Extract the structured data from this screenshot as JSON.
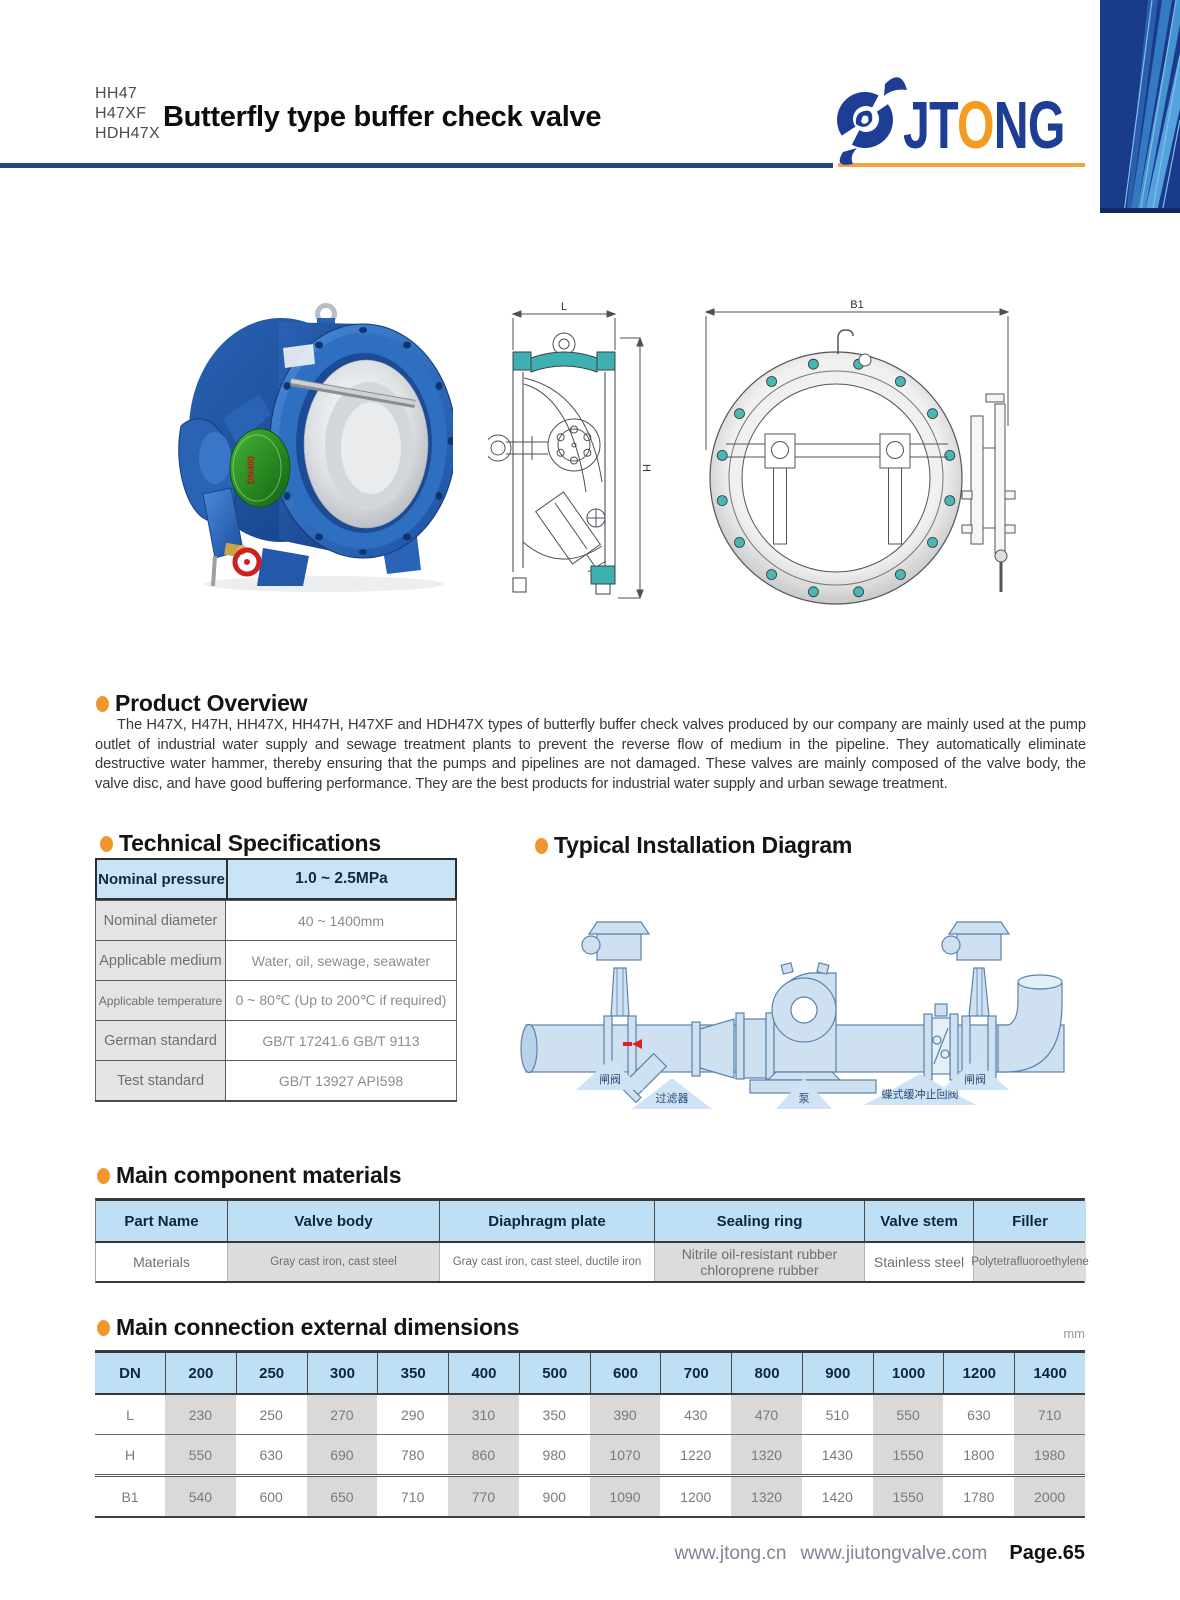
{
  "header": {
    "model_codes": [
      "HH47",
      "H47XF",
      "HDH47X"
    ],
    "title": "Butterfly type buffer check valve",
    "brand": {
      "pre": "JT",
      "o": "O",
      "post": "NG"
    }
  },
  "drawings": {
    "dim_length_label": "L",
    "dim_height_label": "H",
    "dim_width_label": "B1",
    "photo_badge": "DN400"
  },
  "overview": {
    "heading": "Product Overview",
    "body": "The H47X, H47H, HH47X, HH47H, H47XF and HDH47X types of butterfly buffer check valves produced by our company are mainly used at the pump outlet of industrial water supply and sewage treatment plants to prevent the reverse flow of medium in the pipeline. They automatically eliminate destructive water hammer, thereby ensuring that the pumps and pipelines are not damaged. These valves are mainly composed of the valve body, the valve disc, and have good buffering performance. They are the best products for industrial water supply and urban sewage treatment."
  },
  "specs": {
    "heading": "Technical Specifications",
    "rows": [
      {
        "label": "Nominal pressure",
        "value": "1.0 ~ 2.5MPa",
        "highlight": true
      },
      {
        "label": "Nominal diameter",
        "value": "40 ~ 1400mm"
      },
      {
        "label": "Applicable medium",
        "value": "Water, oil, sewage, seawater"
      },
      {
        "label": "Applicable temperature",
        "value": "0 ~ 80℃  (Up to 200℃ if required)"
      },
      {
        "label": "German standard",
        "value": "GB/T 17241.6 GB/T 9113"
      },
      {
        "label": "Test standard",
        "value": "GB/T 13927 API598"
      }
    ]
  },
  "installation": {
    "heading": "Typical Installation Diagram",
    "labels": [
      "闸阀",
      "过滤器",
      "泵",
      "蝶式缓冲止回阀",
      "闸阀"
    ]
  },
  "materials": {
    "heading": "Main component materials",
    "columns": [
      "Part Name",
      "Valve body",
      "Diaphragm plate",
      "Sealing ring",
      "Valve stem",
      "Filler"
    ],
    "row_label": "Materials",
    "values": [
      "Gray cast iron, cast steel",
      "Gray cast iron, cast steel, ductile iron",
      "Nitrile oil-resistant rubber\nchloroprene rubber",
      "Stainless steel",
      "Polytetrafluoroethylene"
    ]
  },
  "dimensions": {
    "heading": "Main connection external dimensions",
    "unit": "mm",
    "dn_header": "DN",
    "dn": [
      "200",
      "250",
      "300",
      "350",
      "400",
      "500",
      "600",
      "700",
      "800",
      "900",
      "1000",
      "1200",
      "1400"
    ],
    "rows": [
      {
        "label": "L",
        "values": [
          "230",
          "250",
          "270",
          "290",
          "310",
          "350",
          "390",
          "430",
          "470",
          "510",
          "550",
          "630",
          "710"
        ]
      },
      {
        "label": "H",
        "values": [
          "550",
          "630",
          "690",
          "780",
          "860",
          "980",
          "1070",
          "1220",
          "1320",
          "1430",
          "1550",
          "1800",
          "1980"
        ]
      },
      {
        "label": "B1",
        "values": [
          "540",
          "600",
          "650",
          "710",
          "770",
          "900",
          "1090",
          "1200",
          "1320",
          "1420",
          "1550",
          "1780",
          "2000"
        ]
      }
    ]
  },
  "footer": {
    "url1": "www.jtong.cn",
    "url2": "www.jiutongvalve.com",
    "page": "Page.65"
  },
  "colors": {
    "accent_orange": "#f2952c",
    "brand_navy": "#1d3e94",
    "brand_orange": "#f59b20",
    "rule_navy": "#27447f",
    "rule_orange": "#f2a341",
    "table_header_blue": "#bfe0f4",
    "spec_highlight_blue": "#c9e4f6",
    "cell_grey": "#dcdcdc",
    "diagram_blue": "#cfe1f1",
    "teal": "#45b4b4"
  }
}
